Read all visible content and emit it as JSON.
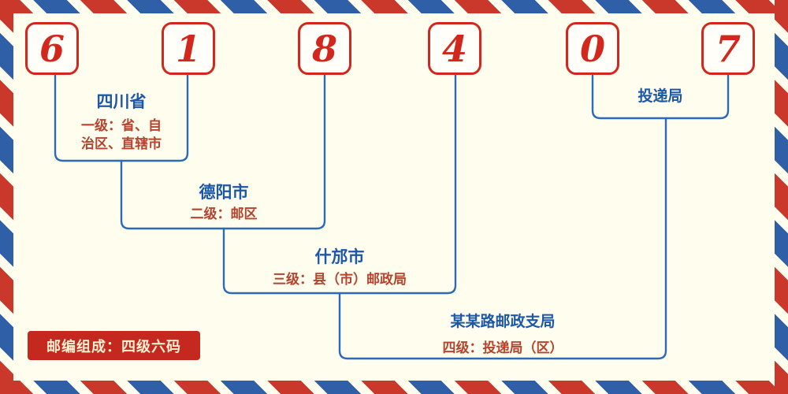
{
  "postal_code": {
    "digits": [
      "6",
      "1",
      "8",
      "4",
      "0",
      "7"
    ]
  },
  "levels": [
    {
      "place": "四川省",
      "desc_line1": "一级：省、自",
      "desc_line2": "治区、直辖市"
    },
    {
      "place": "德阳市",
      "desc": "二级：邮区"
    },
    {
      "place": "什邡市",
      "desc": "三级：县（市）邮政局"
    },
    {
      "place": "某某路邮政支局",
      "desc": "四级：投递局（区）"
    }
  ],
  "delivery_office_label": "投递局",
  "footer_note": "邮编组成：四级六码",
  "colors": {
    "background": "#fffdee",
    "digit_red": "#d1271d",
    "place_blue": "#1c57a8",
    "desc_red": "#b5432e",
    "line_blue": "#2a6ab8",
    "border_red": "#ca372b",
    "border_blue": "#2f5fa7",
    "footer_bg": "#c5281e"
  }
}
